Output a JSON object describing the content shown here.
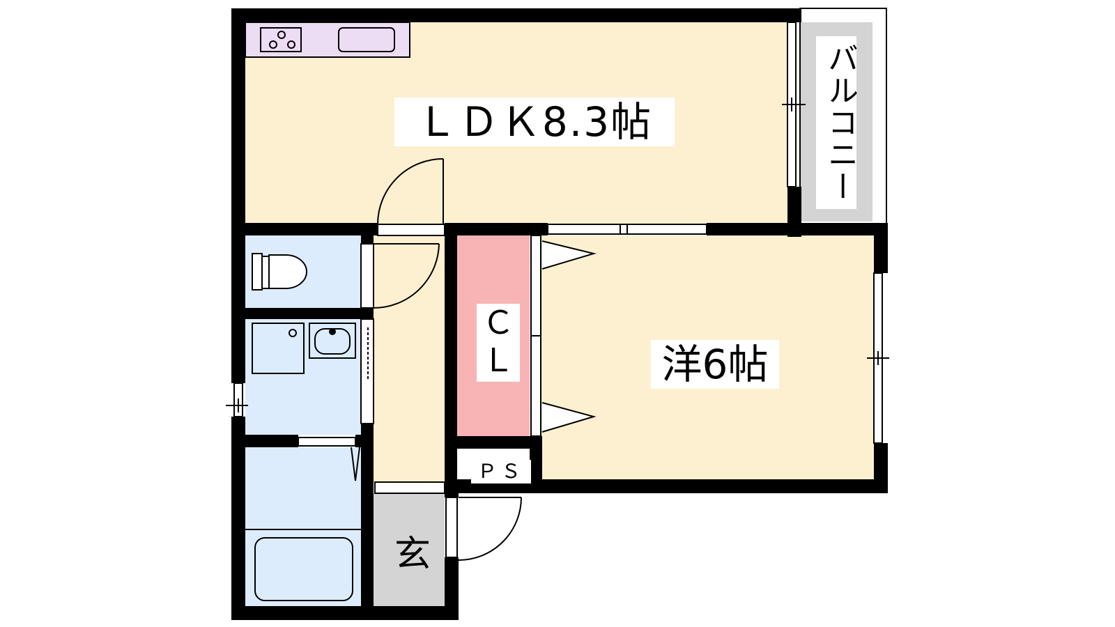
{
  "floorplan": {
    "rooms": {
      "ldk": "ＬＤＫ8.3帖",
      "western": "洋6帖",
      "closet": "ＣＬ",
      "ps": "ＰＳ",
      "entrance": "玄",
      "balcony": "バルコニー"
    },
    "colors": {
      "living_floor": "#fdf0d0",
      "wet_area": "#dcecfc",
      "closet": "#f8b4b4",
      "kitchen_counter": "#ecdcf4",
      "entrance_floor": "#d4d4d4",
      "balcony_floor": "#d4d4d4",
      "wall": "#000000"
    }
  }
}
